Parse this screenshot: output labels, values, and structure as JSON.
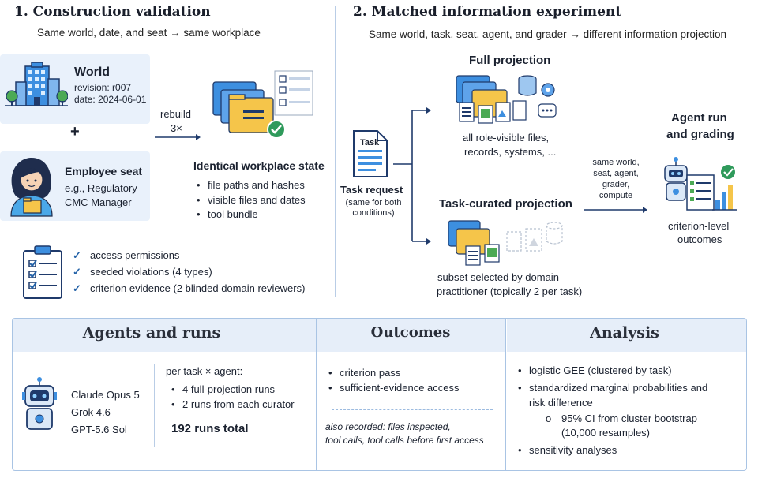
{
  "section1": {
    "title": "1. Construction validation",
    "subtitle": "Same world, date, and seat → same workplace",
    "world": {
      "title": "World",
      "revision": "revision: r007",
      "date": "date: 2024-06-01"
    },
    "plus": "+",
    "seat": {
      "title": "Employee seat",
      "line1": "e.g., Regulatory",
      "line2": "CMC Manager"
    },
    "rebuild": {
      "label": "rebuild",
      "count": "3×"
    },
    "state": {
      "title": "Identical workplace state",
      "items": [
        "file paths and hashes",
        "visible files and dates",
        "tool bundle"
      ]
    },
    "checks": [
      "access permissions",
      "seeded violations (4 types)",
      "criterion evidence (2 blinded domain reviewers)"
    ]
  },
  "section2": {
    "title": "2. Matched information experiment",
    "subtitle": "Same world, task, seat, agent, and grader → different information projection",
    "task": {
      "icon_label": "Task",
      "title": "Task request",
      "note1": "(same for both",
      "note2": "conditions)"
    },
    "full": {
      "title": "Full projection",
      "desc1": "all role-visible files,",
      "desc2": "records, systems, ..."
    },
    "curated": {
      "title": "Task-curated projection",
      "desc1": "subset selected by domain",
      "desc2": "practitioner (topically 2 per task)"
    },
    "same": [
      "same world,",
      "seat, agent,",
      "grader,",
      "compute"
    ],
    "agent": {
      "title1": "Agent run",
      "title2": "and grading",
      "out1": "criterion-level",
      "out2": "outcomes"
    }
  },
  "bottom": {
    "agents": {
      "title": "Agents and runs",
      "models": [
        "Claude Opus 5",
        "Grok 4.6",
        "GPT-5.6 Sol"
      ],
      "per": "per task × agent:",
      "runs": [
        "4 full-projection runs",
        "2 runs from each curator"
      ],
      "total": "192 runs total"
    },
    "outcomes": {
      "title": "Outcomes",
      "items": [
        "criterion pass",
        "sufficient-evidence access"
      ],
      "also1": "also recorded: files inspected,",
      "also2": "tool calls, tool calls before first access"
    },
    "analysis": {
      "title": "Analysis",
      "item1": "logistic GEE (clustered by task)",
      "item2a": "standardized marginal probabilities and",
      "item2b": "risk difference",
      "ci1": "95% CI from cluster bootstrap",
      "ci2": "(10,000 resamples)",
      "circle": "o",
      "item3": "sensitivity analyses"
    }
  },
  "colors": {
    "accent": "#2563a8",
    "card": "#e9f1fb",
    "folder": "#f5c54a",
    "check": "#2f9a5b",
    "navy": "#1f3a6b"
  }
}
